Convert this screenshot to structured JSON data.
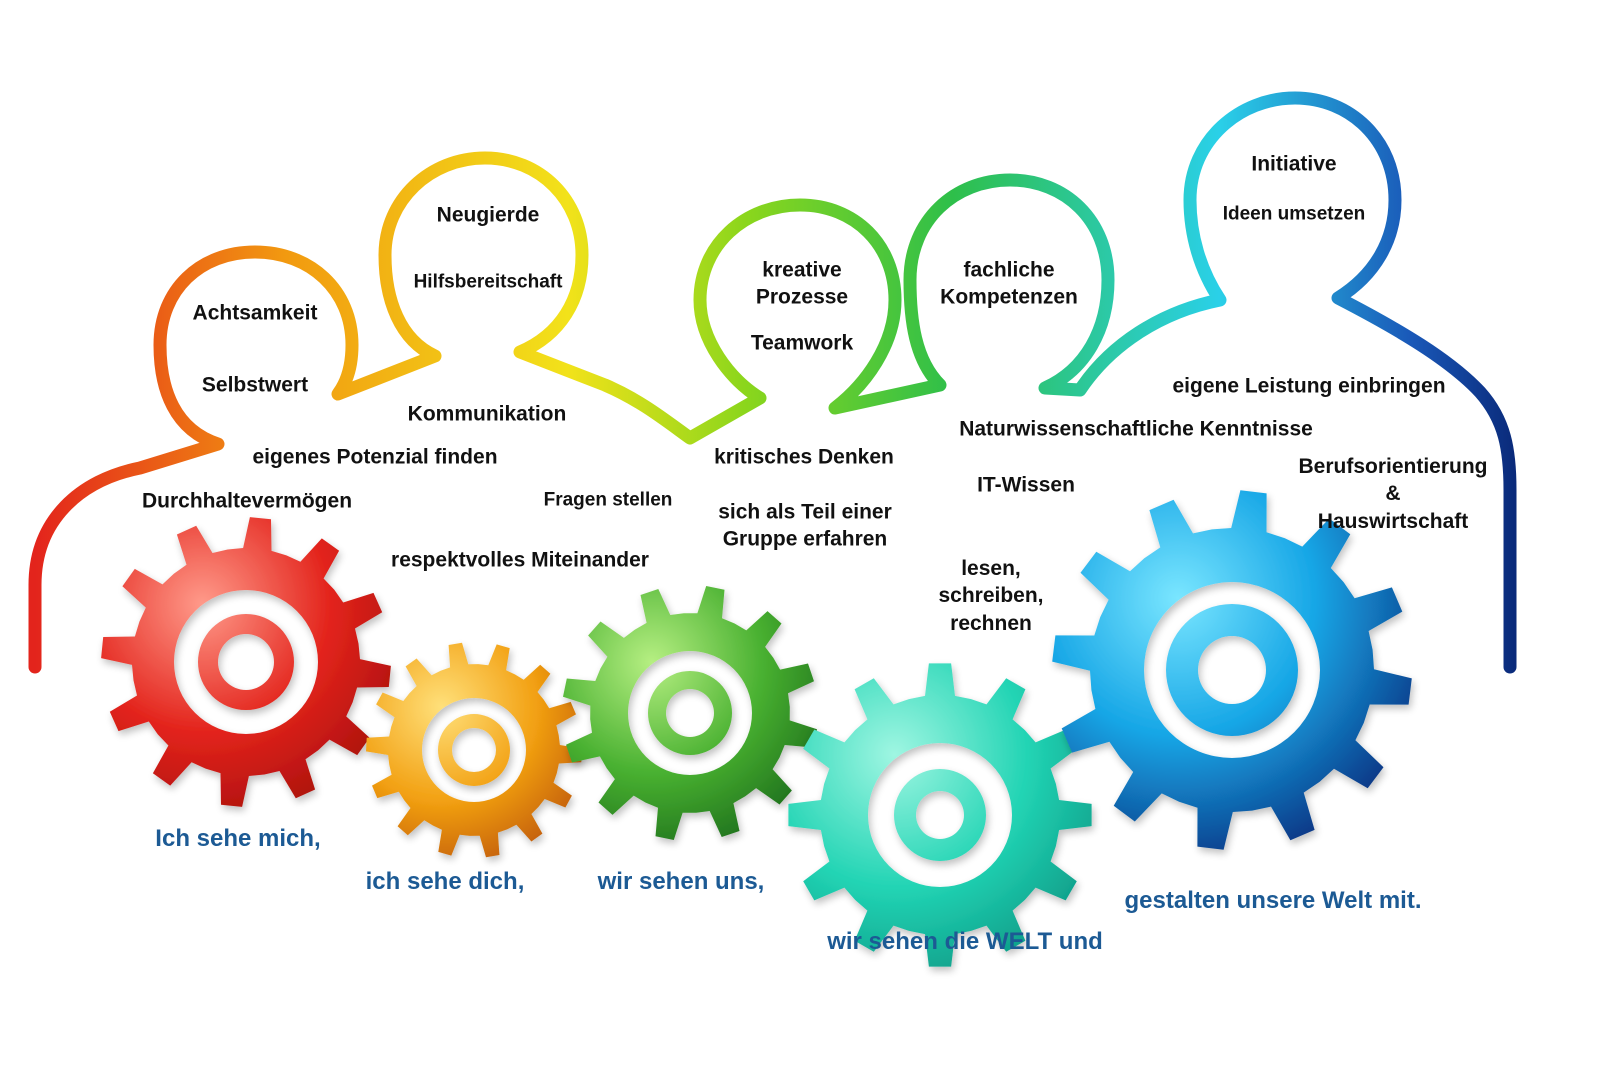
{
  "colors": {
    "red": "#e3241c",
    "orange": "#f29a10",
    "yellow": "#f2e21a",
    "lime": "#8bd61c",
    "green": "#2ebf4a",
    "teal": "#22d4b4",
    "cyan": "#2ad0e8",
    "blue": "#1a58b8",
    "navy": "#0a2a7a",
    "slogan": "#1c5a94"
  },
  "labels": {
    "achtsamkeit": "Achtsamkeit",
    "selbstwert": "Selbstwert",
    "neugierde": "Neugierde",
    "hilfsbereitschaft": "Hilfsbereitschaft",
    "kommunikation": "Kommunikation",
    "eigenes_potenzial": "eigenes Potenzial finden",
    "durchhaltevermoegen": "Durchhaltevermögen",
    "fragen_stellen": "Fragen stellen",
    "respektvolles": "respektvolles Miteinander",
    "kreative_prozesse": "kreative\nProzesse",
    "teamwork": "Teamwork",
    "kritisches_denken": "kritisches Denken",
    "teil_gruppe": "sich als Teil einer\nGruppe erfahren",
    "fachliche_kompetenzen": "fachliche\nKompetenzen",
    "naturwissenschaft": "Naturwissenschaftliche Kenntnisse",
    "it_wissen": "IT-Wissen",
    "lesen": "lesen,\nschreiben,\nrechnen",
    "initiative": "Initiative",
    "ideen_umsetzen": "Ideen umsetzen",
    "eigene_leistung": "eigene Leistung einbringen",
    "berufsorientierung": "Berufsorientierung\n&\nHauswirtschaft"
  },
  "slogans": {
    "s1": "Ich sehe mich,",
    "s2": "ich sehe dich,",
    "s3": "wir sehen uns,",
    "s4": "wir sehen die WELT und",
    "s5": "gestalten unsere Welt mit."
  }
}
